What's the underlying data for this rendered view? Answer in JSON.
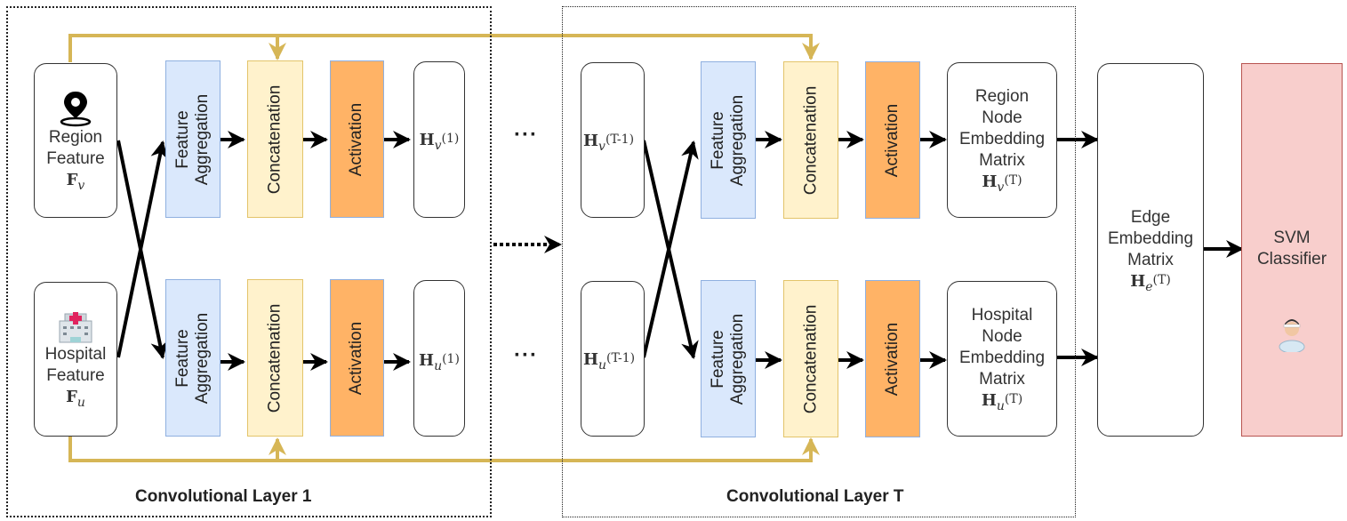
{
  "layers": [
    {
      "label": "Convolutional Layer 1"
    },
    {
      "label": "Convolutional Layer T"
    }
  ],
  "inputs": {
    "region": {
      "icon": "location-pin-icon",
      "lines": [
        "Region",
        "Feature"
      ],
      "symbol": "F",
      "subscript": "v"
    },
    "hospital": {
      "icon": "hospital-icon",
      "lines": [
        "Hospital",
        "Feature"
      ],
      "symbol": "F",
      "subscript": "u"
    }
  },
  "operations": {
    "aggregation": [
      "Feature",
      "Aggregation"
    ],
    "concatenation": "Concatenation",
    "activation": "Activation"
  },
  "layer1_outputs": {
    "region": {
      "symbol": "H",
      "subscript": "v",
      "superscript": "(1)"
    },
    "hospital": {
      "symbol": "H",
      "subscript": "u",
      "superscript": "(1)"
    }
  },
  "layerT_inputs": {
    "region": {
      "symbol": "H",
      "subscript": "v",
      "superscript": "(T-1)"
    },
    "hospital": {
      "symbol": "H",
      "subscript": "u",
      "superscript": "(T-1)"
    }
  },
  "layerT_outputs": {
    "region": {
      "lines": [
        "Region",
        "Node",
        "Embedding",
        "Matrix"
      ],
      "symbol": "H",
      "subscript": "v",
      "superscript": "(T)"
    },
    "hospital": {
      "lines": [
        "Hospital",
        "Node",
        "Embedding",
        "Matrix"
      ],
      "symbol": "H",
      "subscript": "u",
      "superscript": "(T)"
    }
  },
  "edge_embedding": {
    "lines": [
      "Edge",
      "Embedding",
      "Matrix"
    ],
    "symbol": "H",
    "subscript": "e",
    "superscript": "(T)"
  },
  "classifier": {
    "lines": [
      "SVM",
      "Classifier"
    ],
    "icon": "doctor-icon"
  },
  "ellipsis": "···",
  "colors": {
    "skip_connection": "#d6b656",
    "aggregation_fill": "#dae8fc",
    "concatenation_fill": "#fff2cc",
    "activation_fill": "#ffb366",
    "classifier_fill": "#f8cecc"
  }
}
